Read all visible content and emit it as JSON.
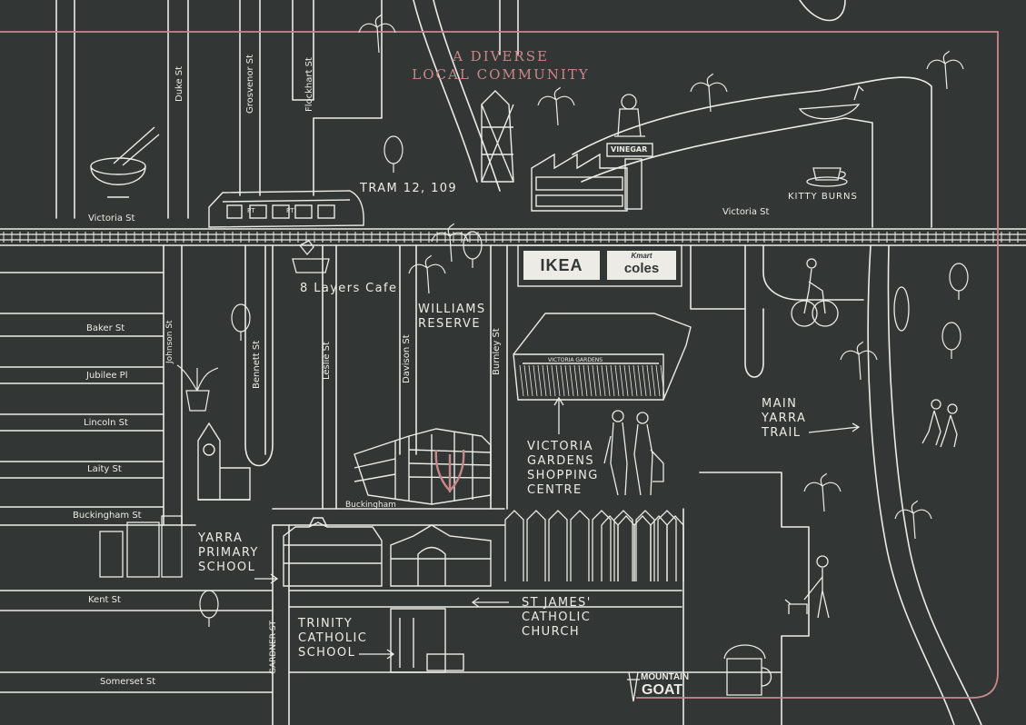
{
  "title": {
    "line1": "A DIVERSE",
    "line2": "LOCAL COMMUNITY"
  },
  "streets": {
    "duke": "Duke St",
    "grosvenor": "Grosvenor St",
    "flockhart": "Flockhart St",
    "victoria_w": "Victoria St",
    "victoria_e": "Victoria St",
    "baker": "Baker St",
    "johnson": "Johnson St",
    "jubilee": "Jubilee Pl",
    "lincoln": "Lincoln St",
    "laity": "Laity St",
    "buckingham": "Buckingham St",
    "buckingham_short": "Buckingham",
    "bennett": "Bennett St",
    "leslie": "Leslie St",
    "davison": "Davison St",
    "burnley": "Burnley St",
    "kent": "Kent St",
    "gardner": "GARDNER ST",
    "somerset": "Somerset St"
  },
  "landmarks": {
    "tram": "TRAM 12, 109",
    "cafe": "8 Layers Cafe",
    "kitty": "KITTY BURNS",
    "vinegar": "VINEGAR",
    "williams": "WILLIAMS\nRESERVE",
    "victoria_gardens": "VICTORIA\nGARDENS\nSHOPPING\nCENTRE",
    "victoria_gardens_sign": "VICTORIA GARDENS",
    "main_yarra": "MAIN\nYARRA\nTRAIL",
    "yarra_primary": "YARRA\nPRIMARY\nSCHOOL",
    "trinity": "TRINITY\nCATHOLIC\nSCHOOL",
    "st_james": "ST JAMES'\nCATHOLIC\nCHURCH"
  },
  "brands": {
    "ikea": "IKEA",
    "kmart": "Kmart",
    "coles": "coles",
    "goat_line1": "MOUNTAIN",
    "goat_line2": "GOAT",
    "tram_code": "PT"
  },
  "colors": {
    "background": "#323735",
    "line": "#ecebe6",
    "accent": "#c9878a"
  }
}
